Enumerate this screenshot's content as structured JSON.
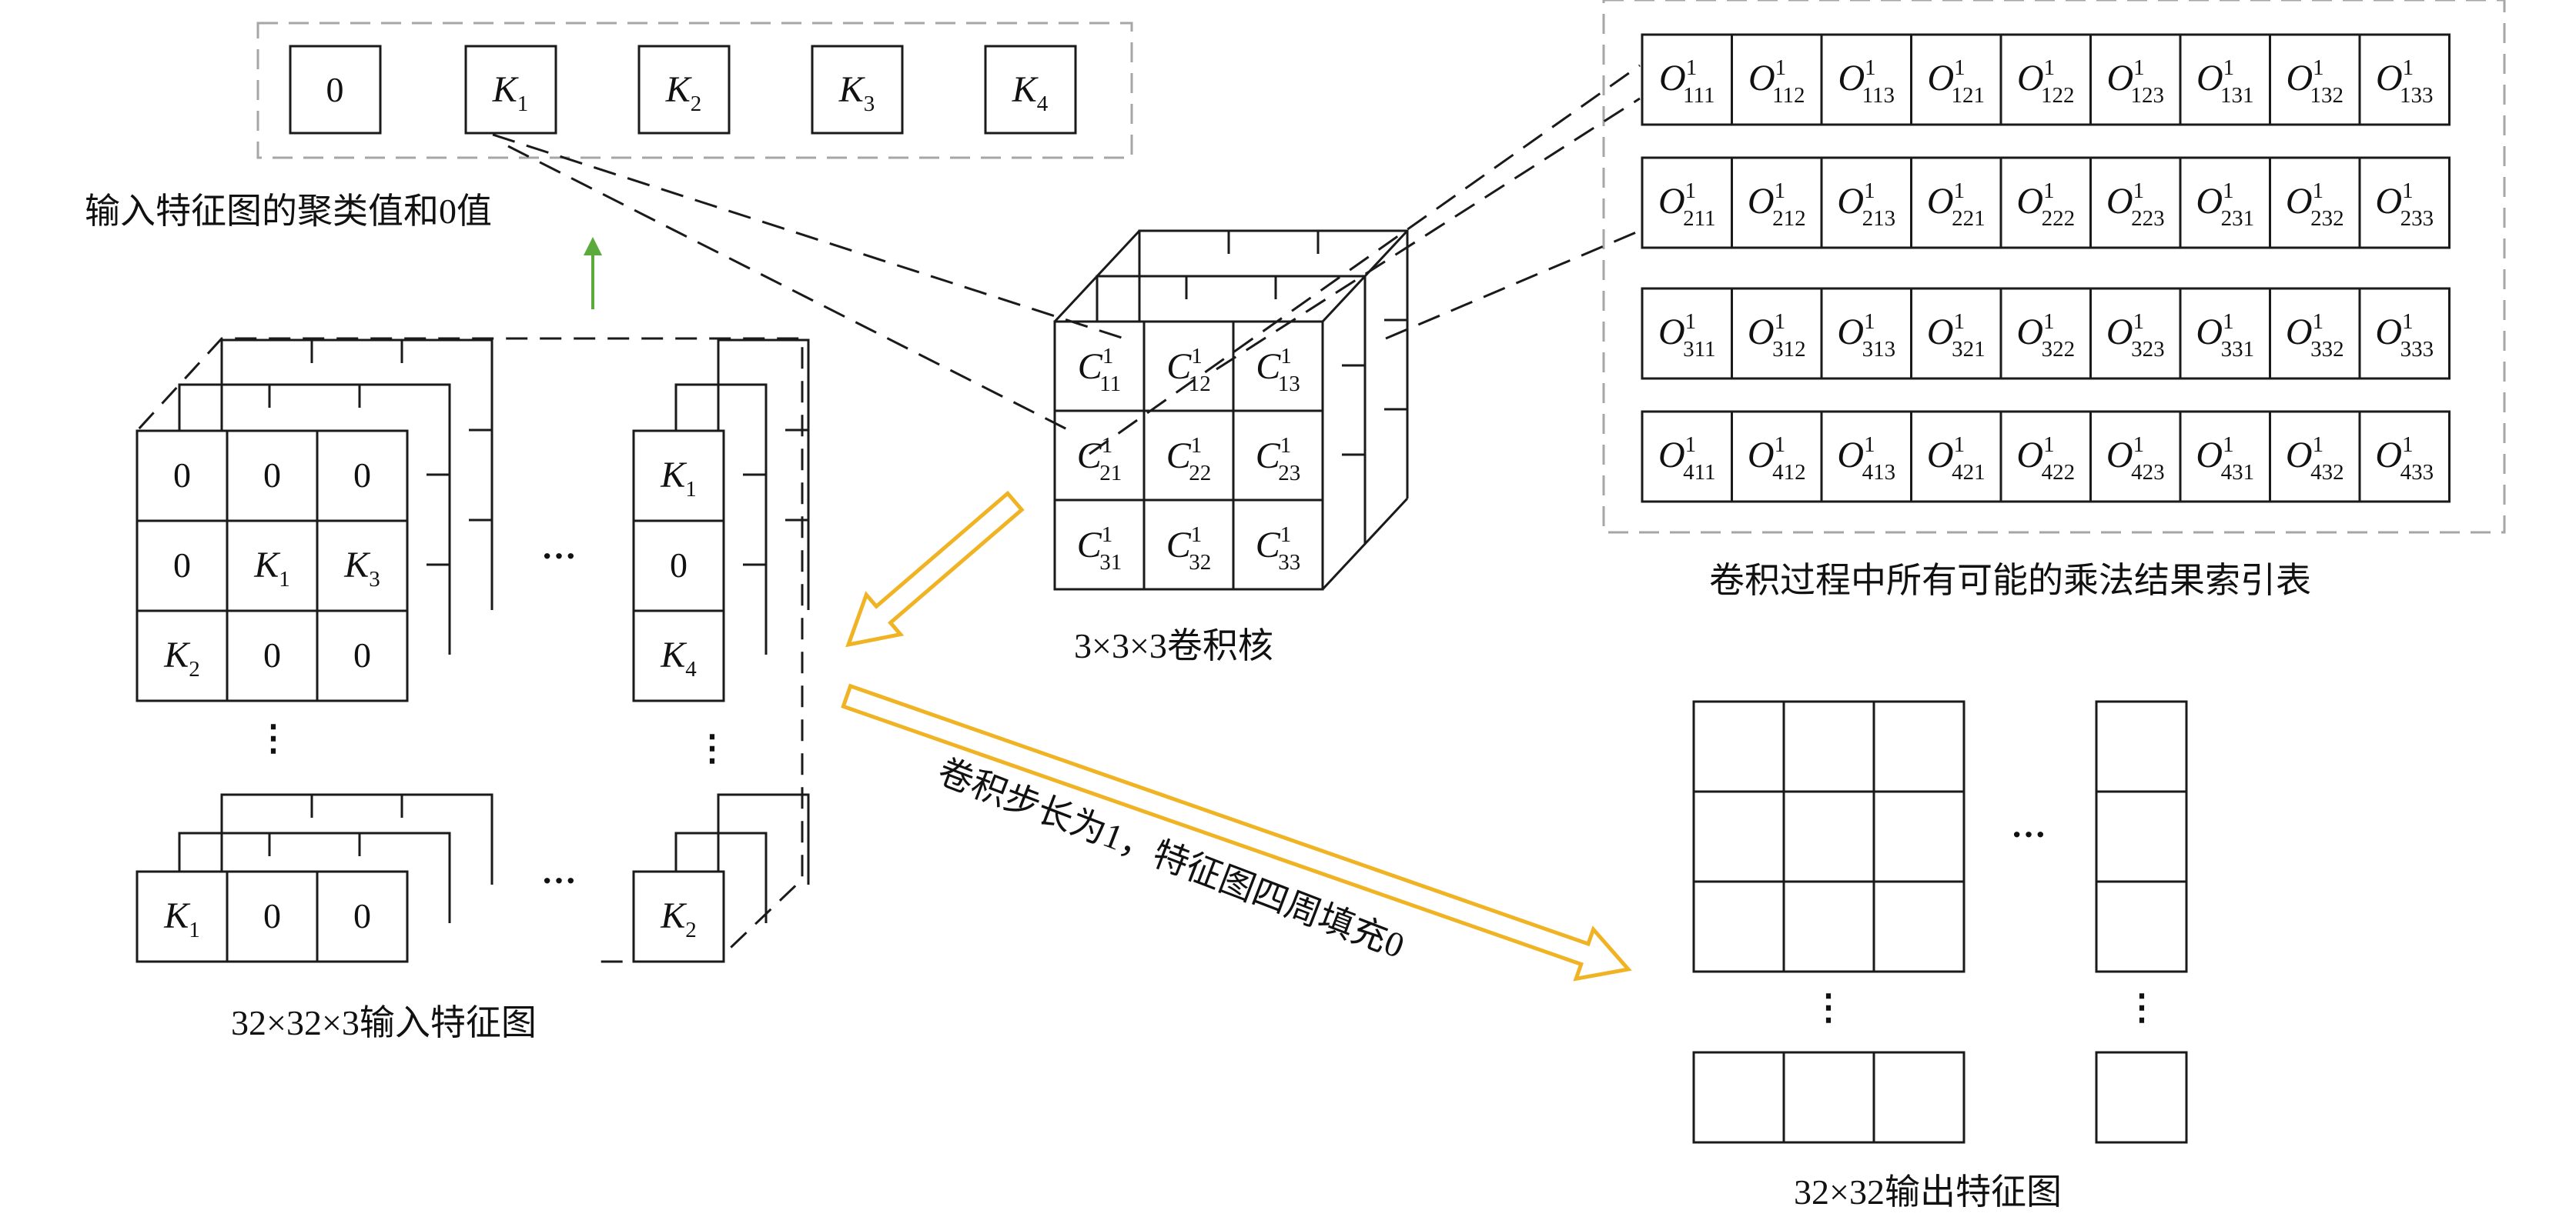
{
  "captions": {
    "cluster_values": "输入特征图的聚类值和0值",
    "index_table": "卷积过程中所有可能的乘法结果索引表",
    "kernel": "3×3×3卷积核",
    "input_map": "32×32×3输入特征图",
    "stride_note": "卷积步长为1，特征图四周填充0",
    "output_map": "32×32输出特征图"
  },
  "cluster_row": [
    {
      "base": "0",
      "sub": ""
    },
    {
      "base": "K",
      "sub": "1"
    },
    {
      "base": "K",
      "sub": "2"
    },
    {
      "base": "K",
      "sub": "3"
    },
    {
      "base": "K",
      "sub": "4"
    }
  ],
  "kernel_cells": [
    [
      {
        "base": "C",
        "sup": "1",
        "sub": "11"
      },
      {
        "base": "C",
        "sup": "1",
        "sub": "12"
      },
      {
        "base": "C",
        "sup": "1",
        "sub": "13"
      }
    ],
    [
      {
        "base": "C",
        "sup": "1",
        "sub": "21"
      },
      {
        "base": "C",
        "sup": "1",
        "sub": "22"
      },
      {
        "base": "C",
        "sup": "1",
        "sub": "23"
      }
    ],
    [
      {
        "base": "C",
        "sup": "1",
        "sub": "31"
      },
      {
        "base": "C",
        "sup": "1",
        "sub": "32"
      },
      {
        "base": "C",
        "sup": "1",
        "sub": "33"
      }
    ]
  ],
  "index_rows": [
    [
      "111",
      "112",
      "113",
      "121",
      "122",
      "123",
      "131",
      "132",
      "133"
    ],
    [
      "211",
      "212",
      "213",
      "221",
      "222",
      "223",
      "231",
      "232",
      "233"
    ],
    [
      "311",
      "312",
      "313",
      "321",
      "322",
      "323",
      "331",
      "332",
      "333"
    ],
    [
      "411",
      "412",
      "413",
      "421",
      "422",
      "423",
      "431",
      "432",
      "433"
    ]
  ],
  "index_symbol": {
    "base": "O",
    "sup": "1"
  },
  "input_blocks": {
    "top_left": [
      [
        {
          "base": "0",
          "sub": ""
        },
        {
          "base": "0",
          "sub": ""
        },
        {
          "base": "0",
          "sub": ""
        }
      ],
      [
        {
          "base": "0",
          "sub": ""
        },
        {
          "base": "K",
          "sub": "1"
        },
        {
          "base": "K",
          "sub": "3"
        }
      ],
      [
        {
          "base": "K",
          "sub": "2"
        },
        {
          "base": "0",
          "sub": ""
        },
        {
          "base": "0",
          "sub": ""
        }
      ]
    ],
    "top_right": [
      {
        "base": "K",
        "sub": "1"
      },
      {
        "base": "0",
        "sub": ""
      },
      {
        "base": "K",
        "sub": "4"
      }
    ],
    "bottom_left": [
      {
        "base": "K",
        "sub": "1"
      },
      {
        "base": "0",
        "sub": ""
      },
      {
        "base": "0",
        "sub": ""
      }
    ],
    "bottom_right": {
      "base": "K",
      "sub": "2"
    }
  },
  "ellipsis": {
    "horizontal": "···",
    "vertical": "⋮"
  },
  "colors": {
    "line": "#1a1a1a",
    "dashed_frame": "#a6a6a6",
    "arrow_orange": "#f0b323",
    "arrow_green": "#5aab3c"
  }
}
